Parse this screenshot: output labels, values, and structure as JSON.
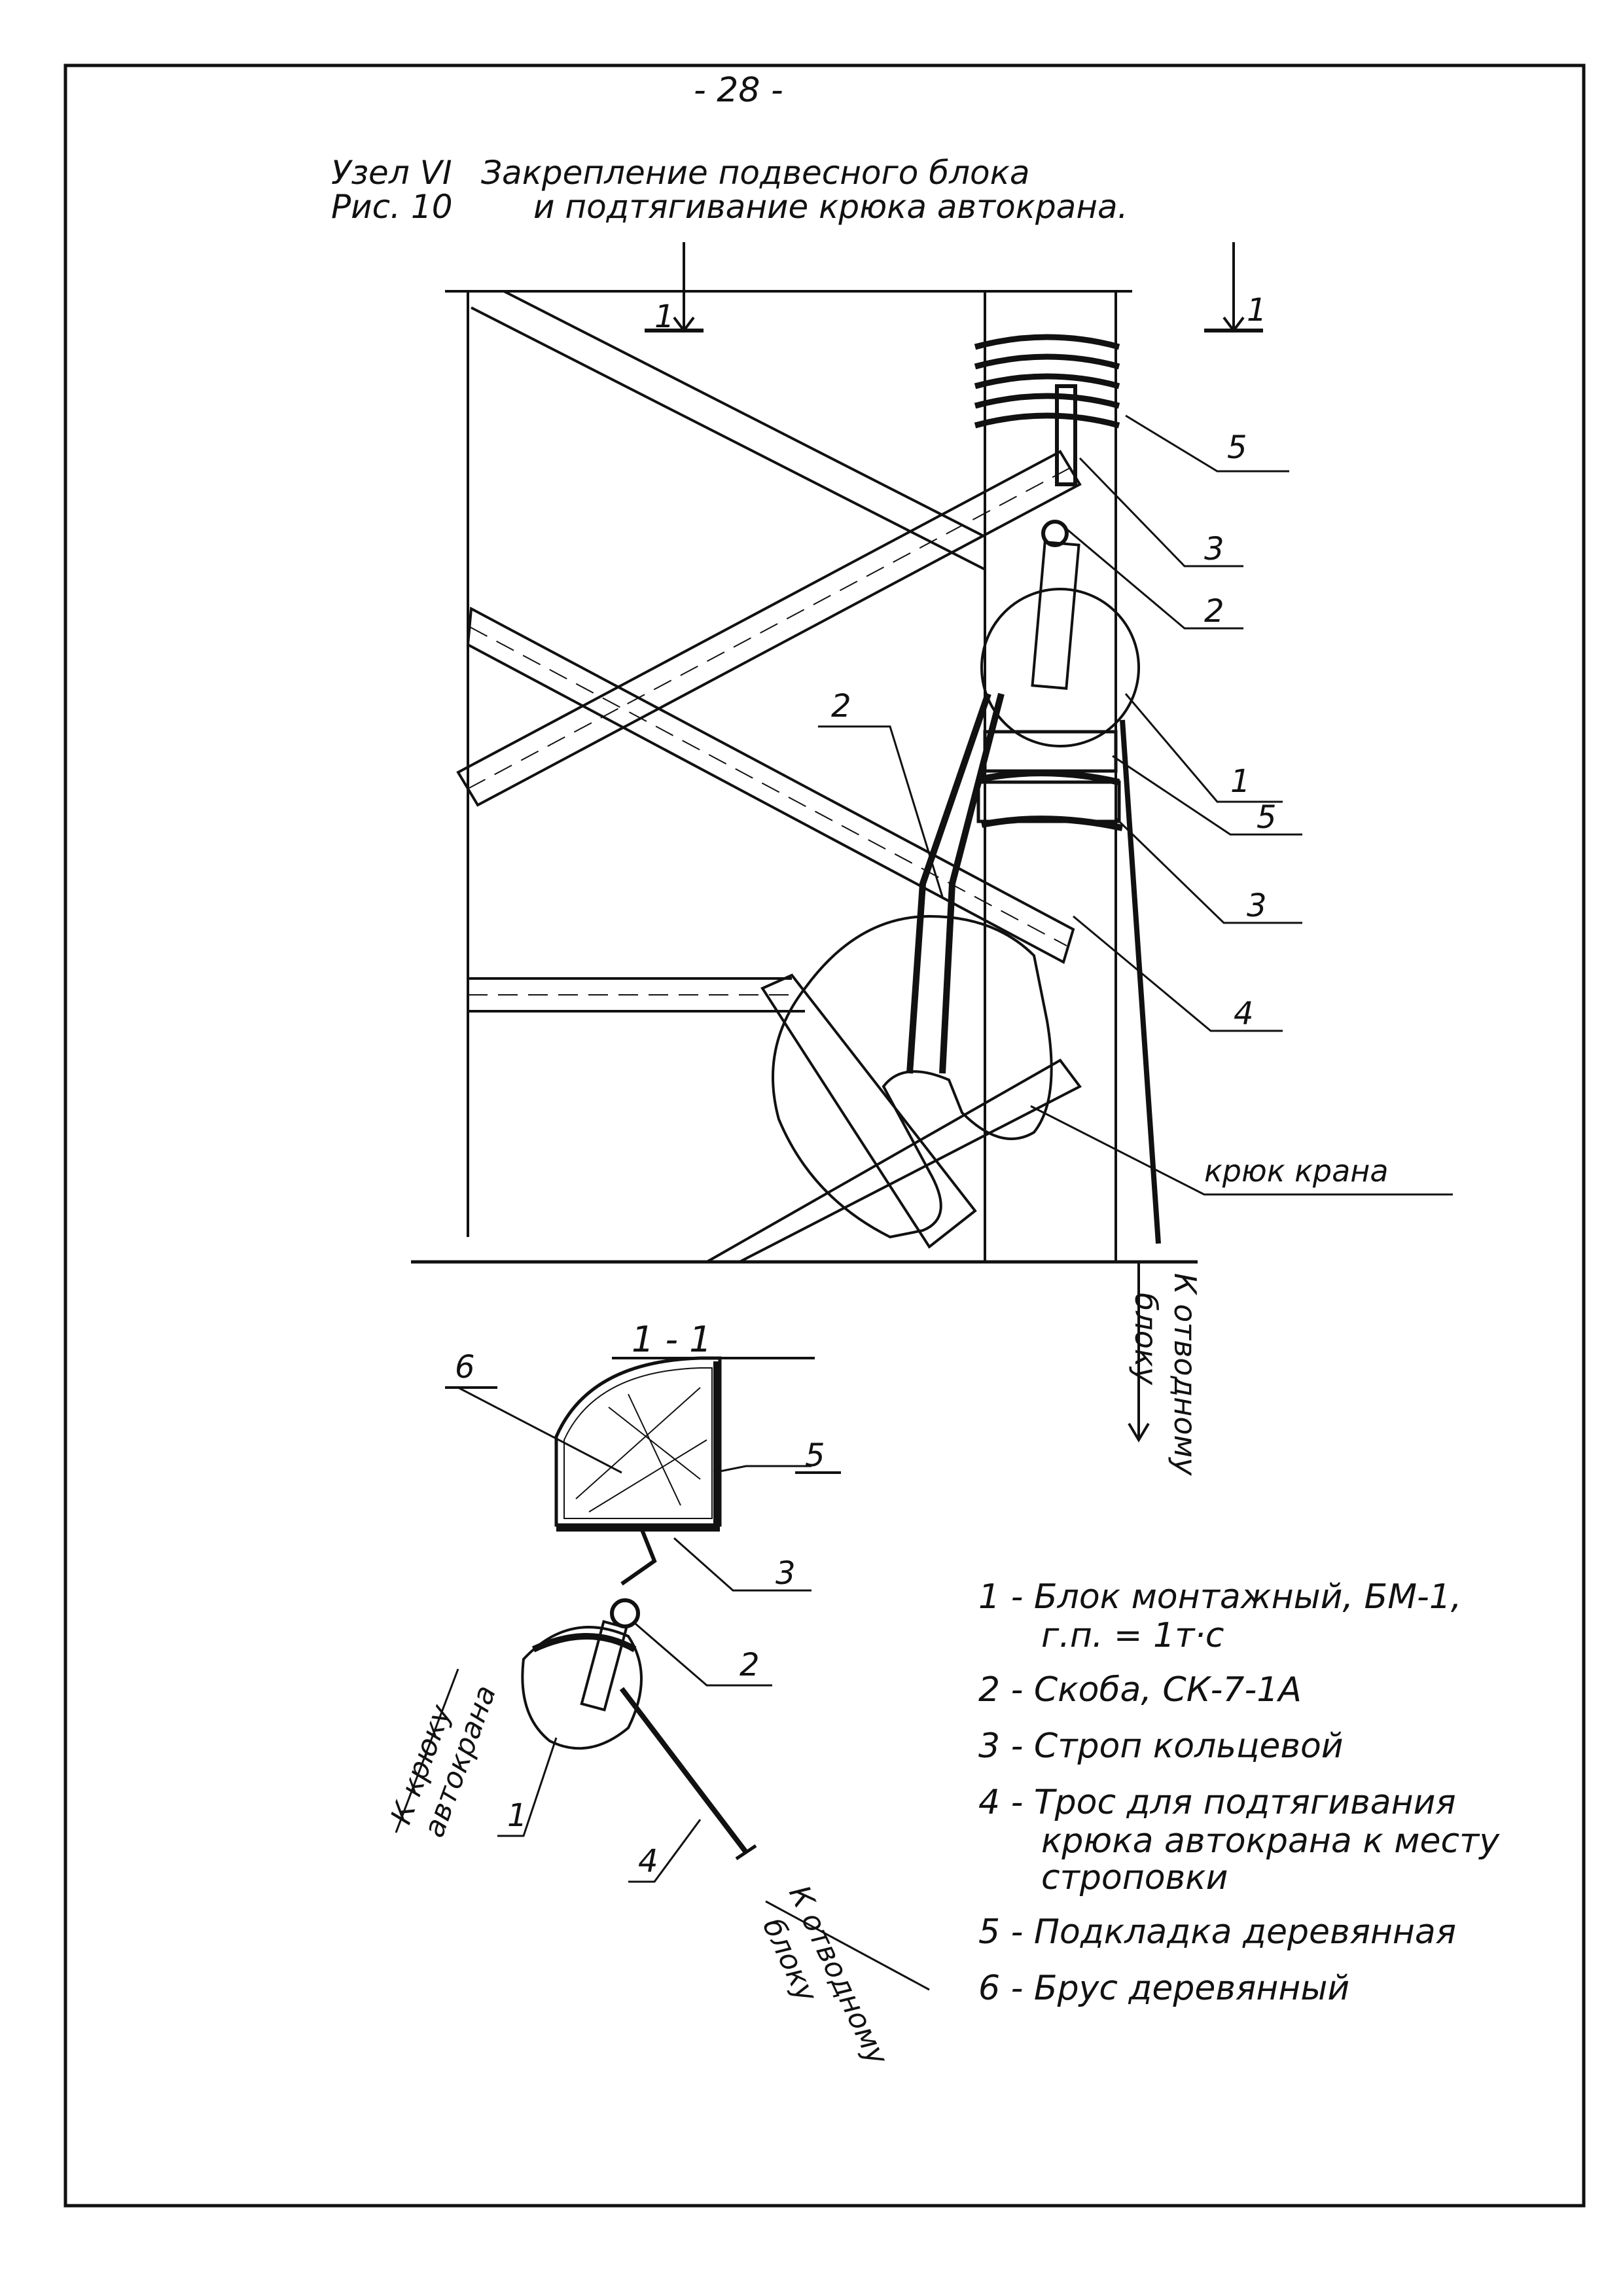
{
  "page_number": "- 28 -",
  "header": {
    "node": "Узел VI",
    "figure": "Рис. 10",
    "title_line1": "Закрепление подвесного блока",
    "title_line2": "и подтягивание крюка автокрана."
  },
  "callouts": {
    "section_mark": "1",
    "c1": "1",
    "c2": "2",
    "c3": "3",
    "c4": "4",
    "c5": "5",
    "c6": "6",
    "hook": "крюк крана",
    "to_diverting_block": "К отводному",
    "to_diverting_block_2": "блоку",
    "to_hook": "К крюку",
    "to_hook_2": "автокрана"
  },
  "section": {
    "label": "1 - 1"
  },
  "legend": {
    "item1": "1 - Блок монтажный, БМ-1,",
    "item1_cont": "г.п. = 1т·с",
    "item2": "2 - Скоба, СК-7-1А",
    "item3": "3 - Строп кольцевой",
    "item4": "4 - Трос для подтягивания",
    "item4_cont1": "крюка автокрана к месту",
    "item4_cont2": "строповки",
    "item5": "5 - Подкладка деревянная",
    "item6": "6 - Брус деревянный"
  }
}
